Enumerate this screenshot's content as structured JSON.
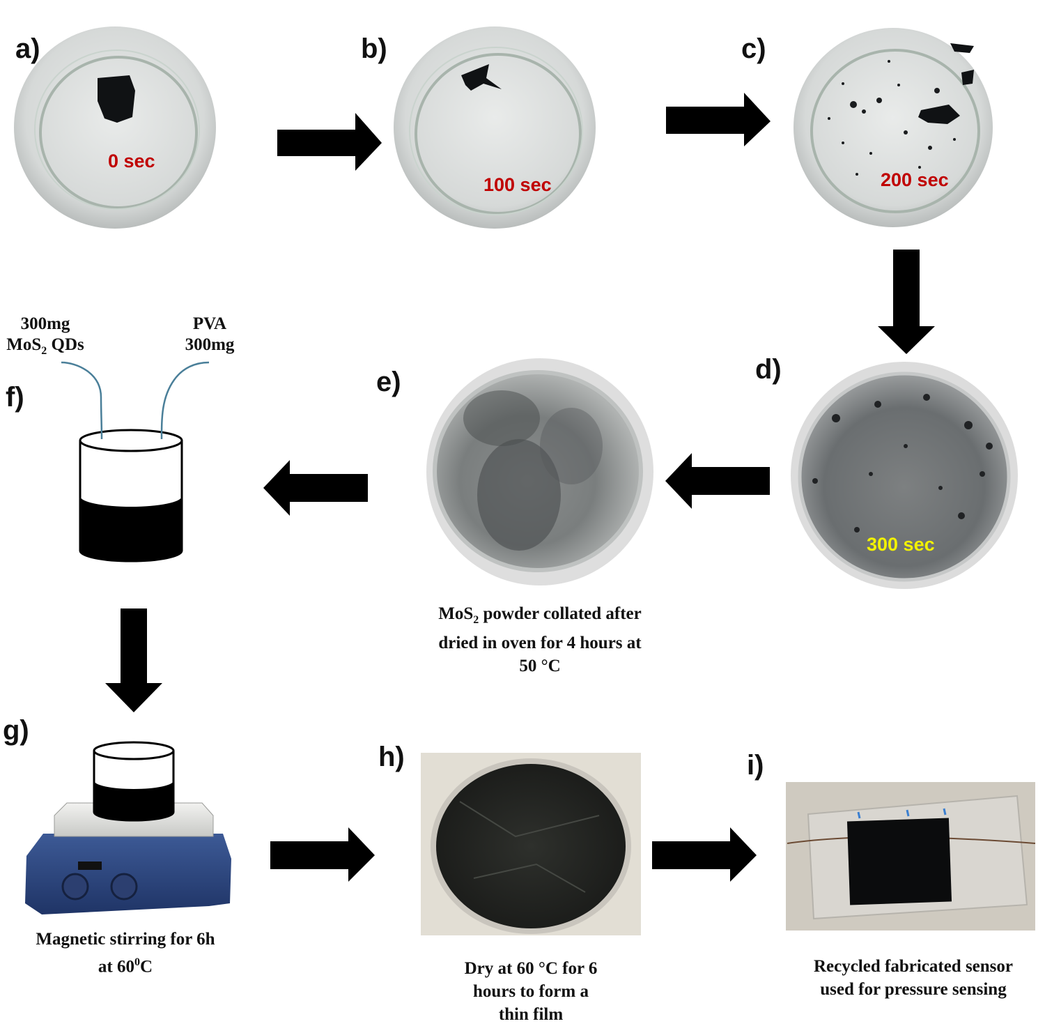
{
  "figure": {
    "panels": [
      {
        "id": "a",
        "label": "a)",
        "time": "0 sec"
      },
      {
        "id": "b",
        "label": "b)",
        "time": "100 sec"
      },
      {
        "id": "c",
        "label": "c)",
        "time": "200 sec"
      },
      {
        "id": "d",
        "label": "d)",
        "time": "300 sec"
      },
      {
        "id": "e",
        "label": "e)"
      },
      {
        "id": "f",
        "label": "f)"
      },
      {
        "id": "g",
        "label": "g)"
      },
      {
        "id": "h",
        "label": "h)"
      },
      {
        "id": "i",
        "label": "i)"
      }
    ],
    "reagents": {
      "left_line1": "300mg",
      "left_line2_pre": "MoS",
      "left_line2_sub": "2",
      "left_line2_post": " QDs",
      "right_line1": "PVA",
      "right_line2": "300mg"
    },
    "captions": {
      "e_pre": "MoS",
      "e_sub": "2",
      "e_line1_post": " powder collated after",
      "e_line2": "dried in oven for 4 hours at",
      "e_line3": "50 °C",
      "g_line1": "Magnetic stirring for 6h",
      "g_line2_pre": "at 60",
      "g_line2_sup": "0",
      "g_line2_post": "C",
      "h_line1": "Dry at 60 °C for 6",
      "h_line2": "hours to form a",
      "h_line3": "thin film",
      "i_line1": "Recycled fabricated sensor",
      "i_line2": "used for pressure sensing"
    },
    "colors": {
      "time_red": "#c00000",
      "time_yellow": "#f2f200",
      "arrow": "#000000",
      "reagent_line": "#4a7f99"
    }
  }
}
